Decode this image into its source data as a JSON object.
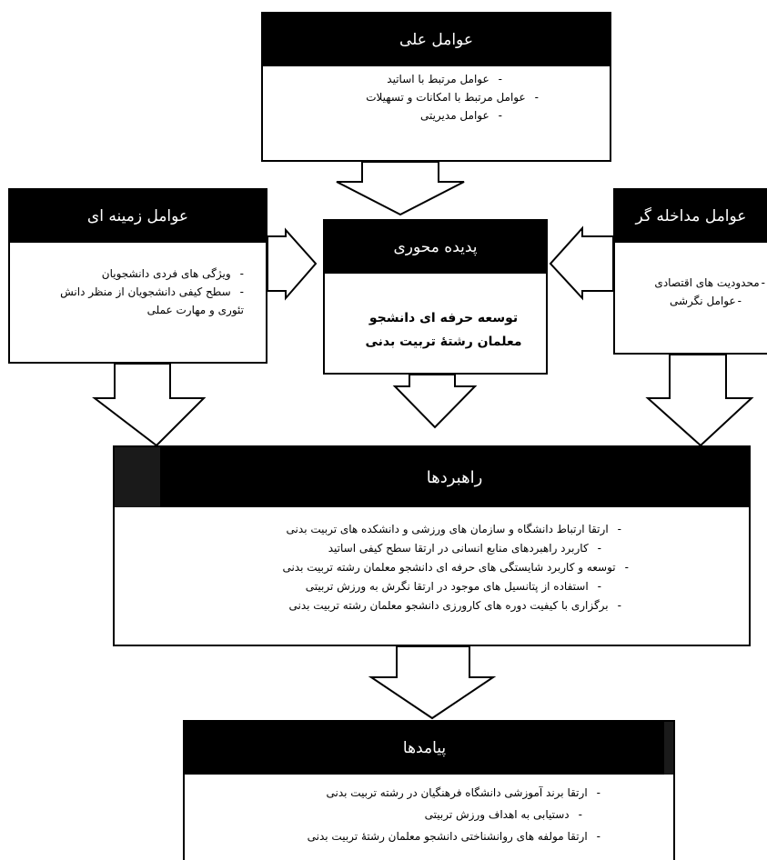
{
  "causal": {
    "title": "عوامل علی",
    "items": [
      "عوامل مرتبط با اساتید",
      "عوامل مرتبط با امکانات و تسهیلات",
      "عوامل مدیریتی"
    ]
  },
  "contextual": {
    "title": "عوامل زمینه ای",
    "items": [
      "ویژگی های فردی دانشجویان",
      "سطح کیفی دانشجویان از منظر دانش تئوری و مهارت عملی"
    ]
  },
  "core": {
    "title": "پدیده محوری",
    "text": "توسعه حرفه ای دانشجو معلمان رشتۀ تربیت بدنی"
  },
  "intervening": {
    "title": "عوامل مداخله گر",
    "items": [
      "محدودیت های اقتصادی",
      "عوامل نگرشی"
    ]
  },
  "strategies": {
    "title": "راهبردها",
    "items": [
      "ارتقا ارتباط دانشگاه و سازمان های ورزشی و دانشکده های تربیت بدنی",
      "کاربرد راهبردهای منابع انسانی در ارتقا سطح کیفی اساتید",
      "توسعه و کاربرد شایستگی های حرفه ای دانشجو معلمان رشته تربیت بدنی",
      "استفاده از پتانسیل های موجود در ارتقا نگرش به ورزش تربیتی",
      "برگزاری با کیفیت دوره های کارورزی دانشجو معلمان رشته تربیت بدنی"
    ]
  },
  "consequences": {
    "title": "پیامدها",
    "items": [
      "ارتقا برند آموزشی دانشگاه فرهنگیان در رشته تربیت بدنی",
      "دستیابی به اهداف ورزش تربیتی",
      "ارتقا مولفه های روانشناختی دانشجو معلمان رشتۀ تربیت بدنی"
    ]
  },
  "bullet": "-"
}
